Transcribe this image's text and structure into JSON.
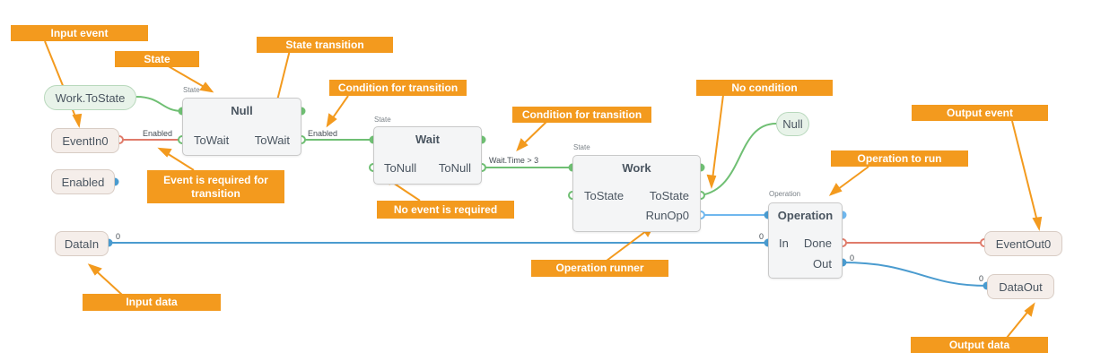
{
  "colors": {
    "state_edge": "#6fbf73",
    "event_edge": "#e07b6a",
    "data_edge": "#4a9bcf",
    "op_edge": "#6fb7ee",
    "callout": "#f39a1e"
  },
  "nodes": {
    "null_state": {
      "caption": "State",
      "title": "Null",
      "in_port": "ToWait",
      "out_port": "ToWait"
    },
    "wait_state": {
      "caption": "State",
      "title": "Wait",
      "in_port": "ToNull",
      "out_port": "ToNull"
    },
    "work_state": {
      "caption": "State",
      "title": "Work",
      "in_port": "ToState",
      "out_port": "ToState",
      "op_port": "RunOp0"
    },
    "operation": {
      "caption": "Operation",
      "title": "Operation",
      "in_port": "In",
      "done_port": "Done",
      "out_port": "Out"
    }
  },
  "pills": {
    "work_tostate": "Work.ToState",
    "event_in": "EventIn0",
    "enabled": "Enabled",
    "data_in": "DataIn",
    "null": "Null",
    "event_out": "EventOut0",
    "data_out": "DataOut"
  },
  "edge_labels": {
    "enabled_event": "Enabled",
    "enabled_transition": "Enabled",
    "wait_condition": "Wait.Time > 3",
    "data_in_index": "0",
    "op_in_index": "0",
    "op_out_index": "0",
    "data_out_index": "0"
  },
  "callouts": {
    "input_event": "Input event",
    "state": "State",
    "state_transition": "State transition",
    "condition_1": "Condition for transition",
    "condition_2": "Condition for transition",
    "no_condition": "No condition",
    "output_event": "Output event",
    "operation_to_run": "Operation to run",
    "event_required": "Event is required for transition",
    "no_event_required": "No event is required",
    "operation_runner": "Operation runner",
    "input_data": "Input data",
    "output_data": "Output data"
  }
}
